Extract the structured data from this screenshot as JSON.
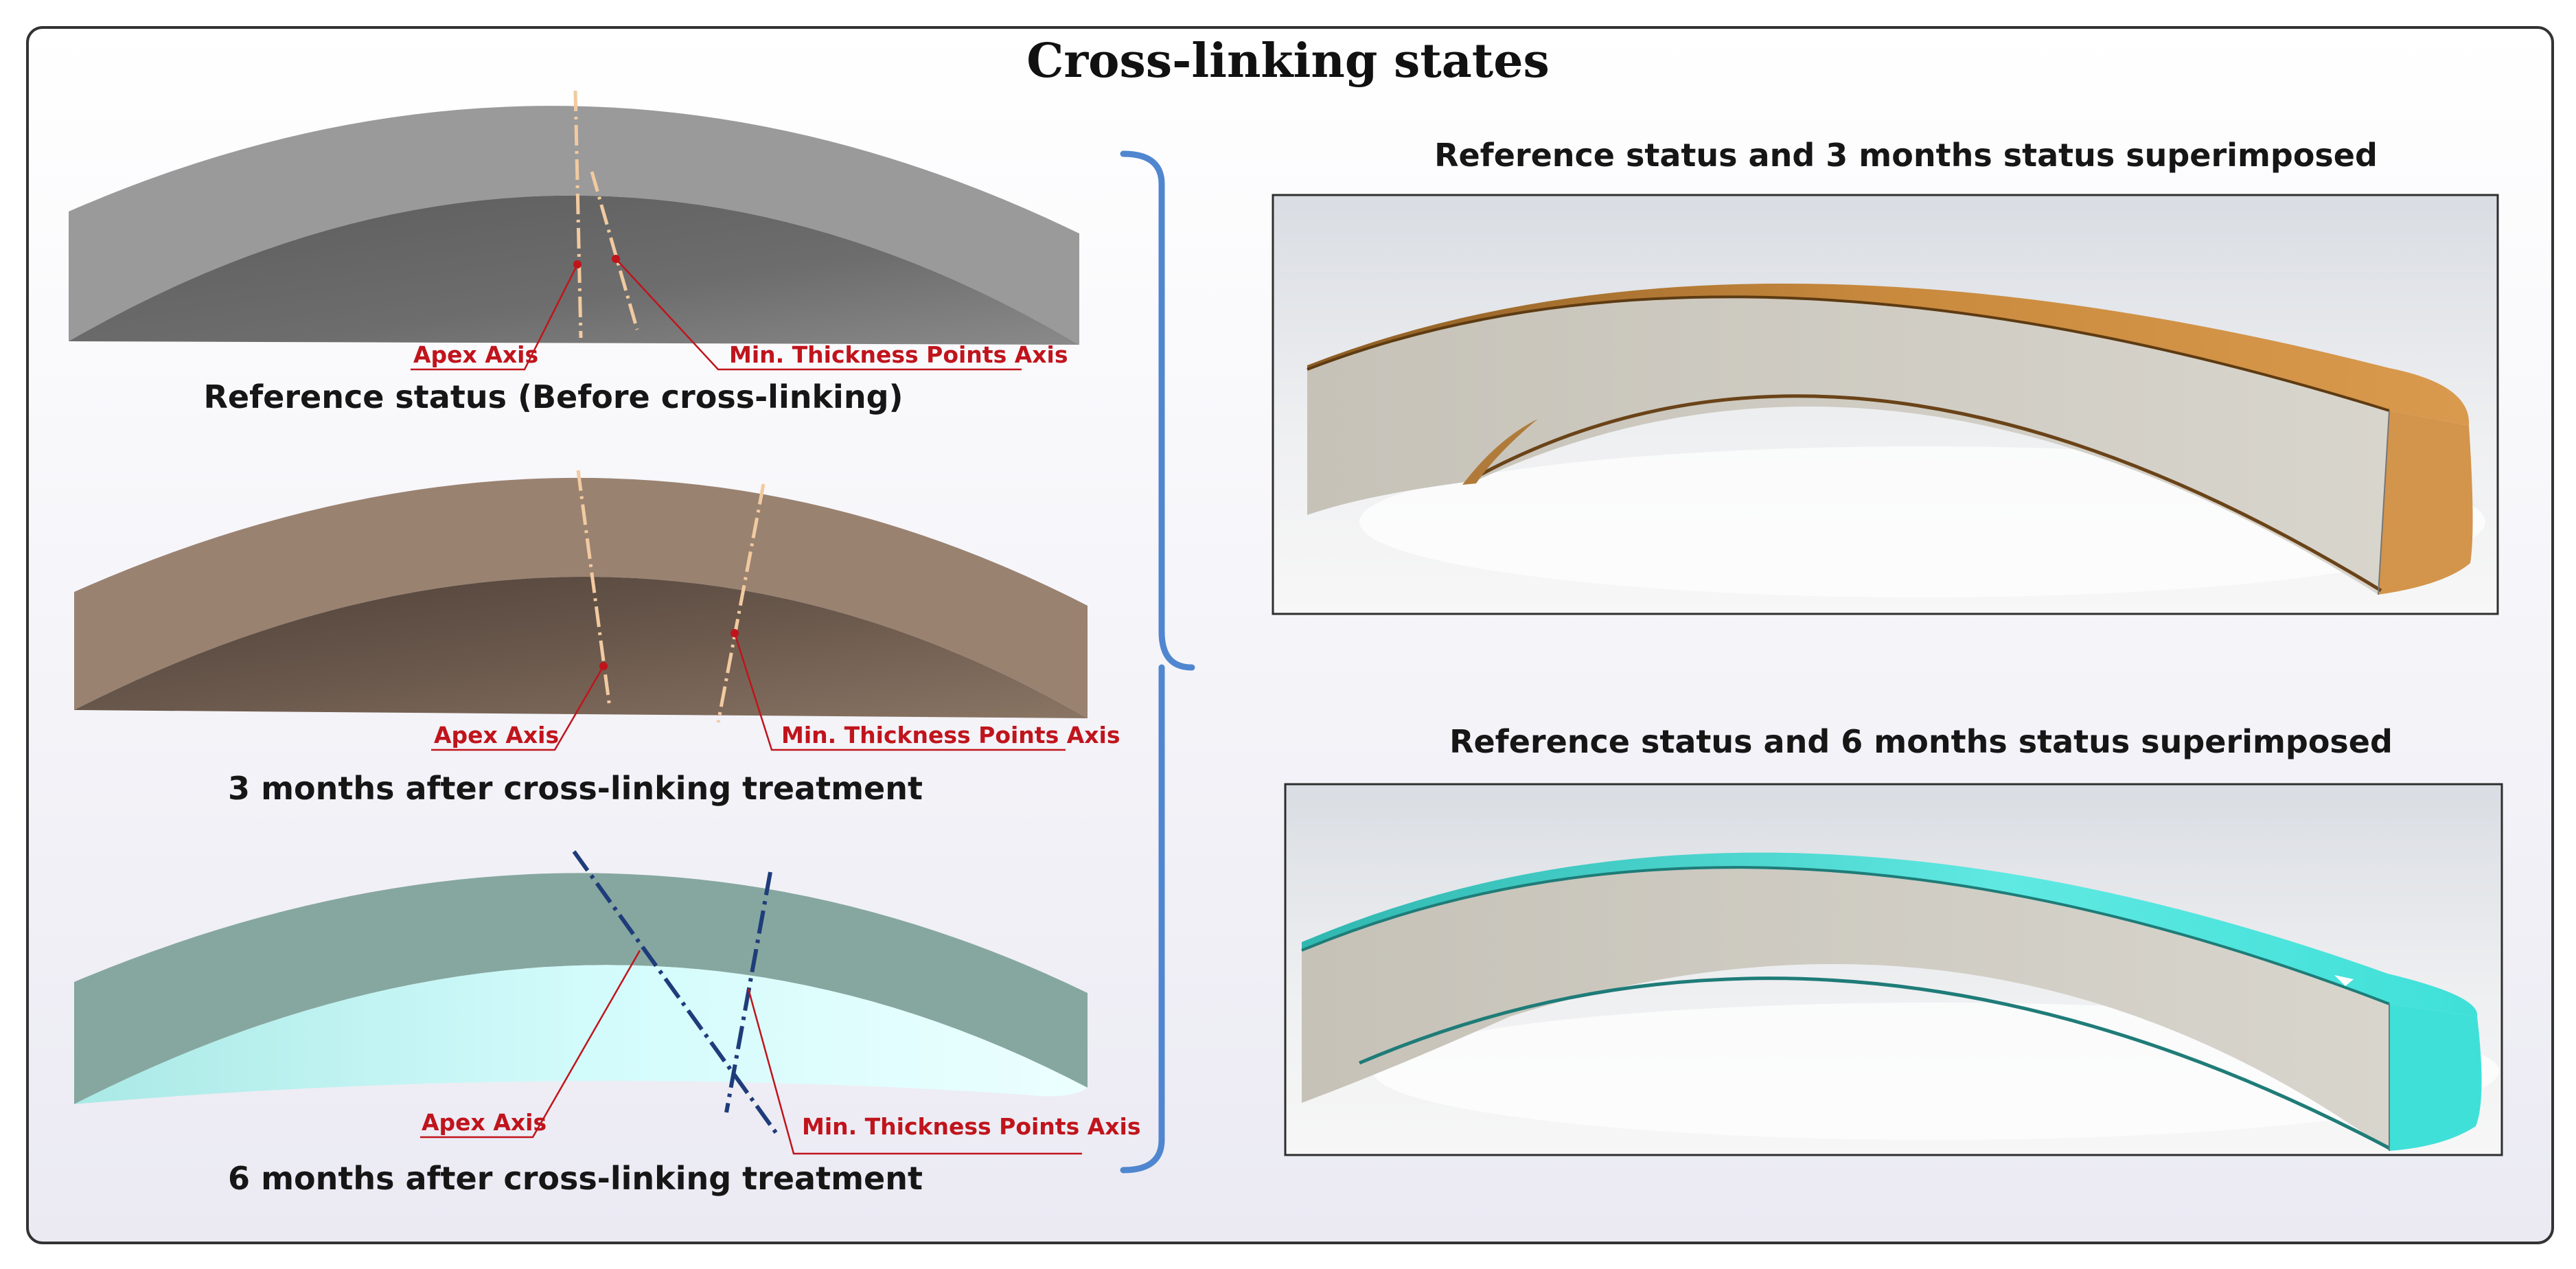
{
  "figure": {
    "title": "Cross-linking states",
    "left_panels": [
      {
        "caption": "Reference status (Before cross-linking)",
        "apex_label": "Apex Axis",
        "min_label": "Min. Thickness Points Axis"
      },
      {
        "caption": "3 months after cross-linking treatment",
        "apex_label": "Apex Axis",
        "min_label": "Min. Thickness Points Axis"
      },
      {
        "caption": "6 months after cross-linking treatment",
        "apex_label": "Apex Axis",
        "min_label": "Min. Thickness Points Axis"
      }
    ],
    "right_panels": [
      {
        "caption": "Reference status and 3 months status superimposed"
      },
      {
        "caption": "Reference status and 6 months status superimposed"
      }
    ]
  },
  "colors": {
    "bracket": "#4f86cf",
    "annotation_red": "#c0141c",
    "reference_gray": "#9a9a9a",
    "three_month_brown": "#9a8271",
    "three_month_overlay": "#c98a3e",
    "six_month_teal": "#86a7a0",
    "six_month_overlay": "#36e3d8"
  }
}
